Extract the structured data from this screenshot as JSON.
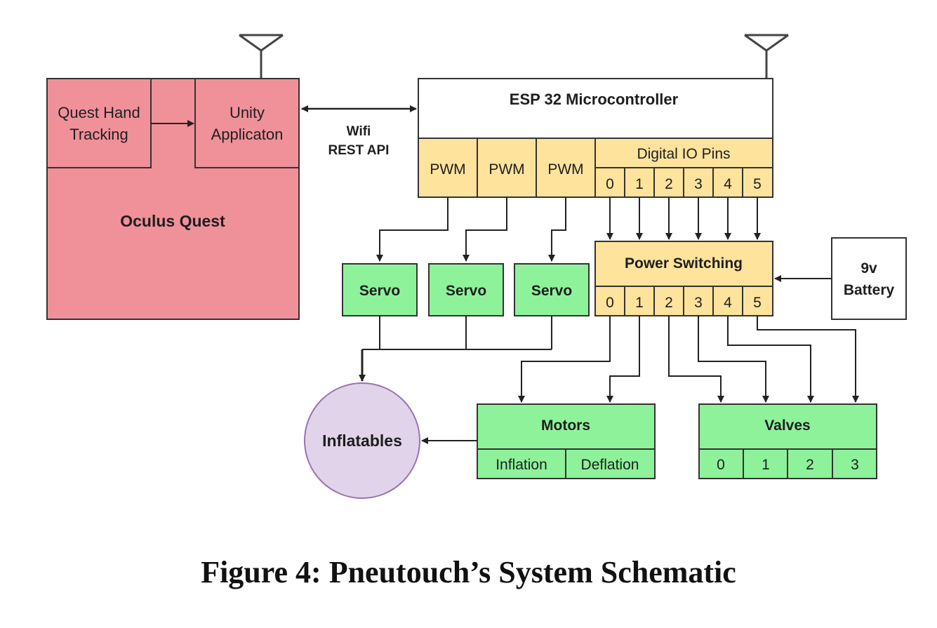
{
  "oculus": {
    "hand_tracking_line1": "Quest Hand",
    "hand_tracking_line2": "Tracking",
    "unity_line1": "Unity",
    "unity_line2": "Applicaton",
    "title": "Oculus Quest"
  },
  "link": {
    "line1": "Wifi",
    "line2": "REST API"
  },
  "esp32": {
    "title": "ESP 32 Microcontroller",
    "pwm": [
      "PWM",
      "PWM",
      "PWM"
    ],
    "digital_title": "Digital IO Pins",
    "pins": [
      "0",
      "1",
      "2",
      "3",
      "4",
      "5"
    ]
  },
  "power": {
    "title": "Power Switching",
    "pins": [
      "0",
      "1",
      "2",
      "3",
      "4",
      "5"
    ]
  },
  "battery": {
    "line1": "9v",
    "line2": "Battery"
  },
  "servos": [
    "Servo",
    "Servo",
    "Servo"
  ],
  "inflatables": "Inflatables",
  "motors": {
    "title": "Motors",
    "cells": [
      "Inflation",
      "Deflation"
    ]
  },
  "valves": {
    "title": "Valves",
    "cells": [
      "0",
      "1",
      "2",
      "3"
    ]
  },
  "caption": "Figure 4: Pneutouch’s System Schematic",
  "colors": {
    "oculus_fill": "#f0919a",
    "esp_pins_fill": "#fde39c",
    "green_fill": "#8ef29b",
    "inflatables_fill": "#e1d4ea",
    "inflatables_stroke": "#9873ae",
    "stroke": "#333333"
  }
}
